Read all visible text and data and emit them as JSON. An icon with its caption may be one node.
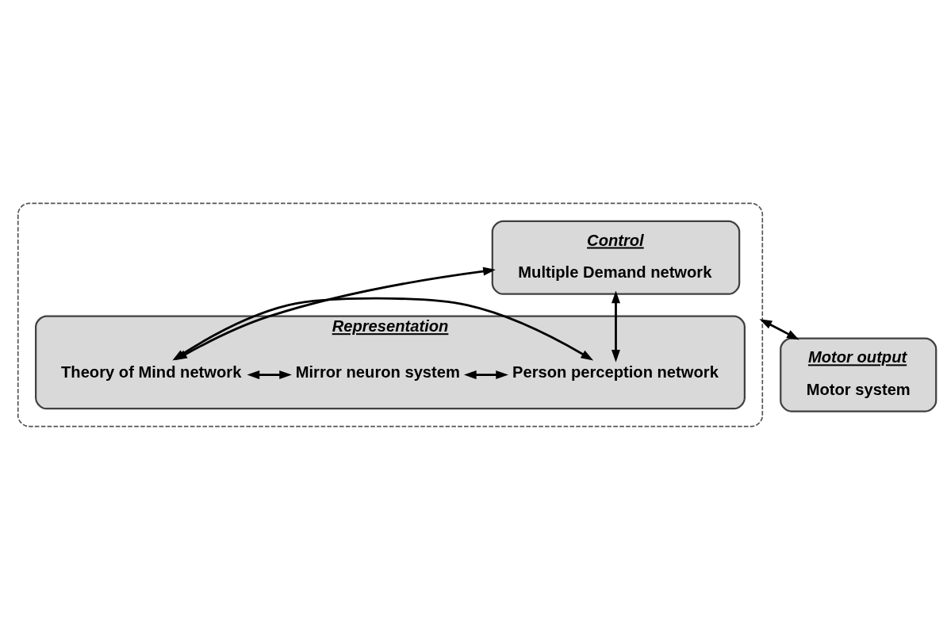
{
  "diagram": {
    "nodes": [
      {
        "text": [],
        "shape": "box"
      },
      {
        "text": [
          "Control",
          "Multiple Demand network"
        ],
        "in": 0
      },
      {
        "text": [
          "Representation"
        ],
        "in": 0
      },
      {
        "text": [
          "Person perception network"
        ],
        "in": 2
      },
      {
        "text": [
          "Mirror neuron system"
        ],
        "in": 2
      },
      {
        "text": [
          "Theory of Mind network"
        ],
        "in": 2
      },
      {
        "text": [
          "Motor output",
          "Motor system"
        ]
      }
    ],
    "edges": [
      {
        "from": 1,
        "to": 3,
        "arrow": "both"
      },
      {
        "from": 1,
        "to": 5,
        "arrow": "both"
      },
      {
        "from": 3,
        "to": 4,
        "arrow": "both"
      },
      {
        "from": 4,
        "to": 5,
        "arrow": "both"
      },
      {
        "from": 3,
        "to": 5,
        "arrow": "both"
      },
      {
        "from": 0,
        "to": 6,
        "arrow": "both"
      }
    ]
  }
}
